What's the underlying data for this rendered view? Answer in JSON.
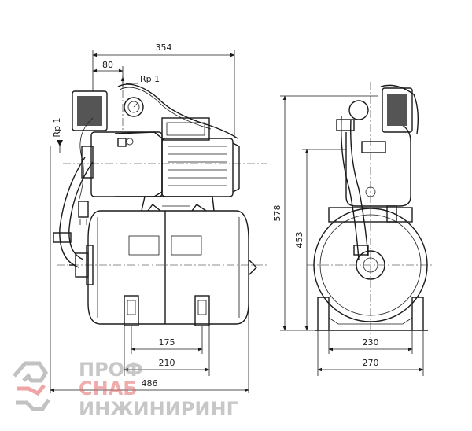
{
  "drawing": {
    "left_view": {
      "dim_overall_width": "354",
      "dim_port_offset": "80",
      "port_top": "Rp 1",
      "port_side": "Rp 1",
      "dim_foot_inner": "175",
      "dim_foot_outer": "210",
      "dim_total_length": "486"
    },
    "right_view": {
      "dim_total_height": "578",
      "dim_axis_height": "453",
      "dim_base_inner": "230",
      "dim_base_outer": "270"
    }
  },
  "watermark": {
    "line1": "ПРОФ",
    "line2": "СНАБ",
    "line3": "ИНЖИНИРИНГ"
  }
}
